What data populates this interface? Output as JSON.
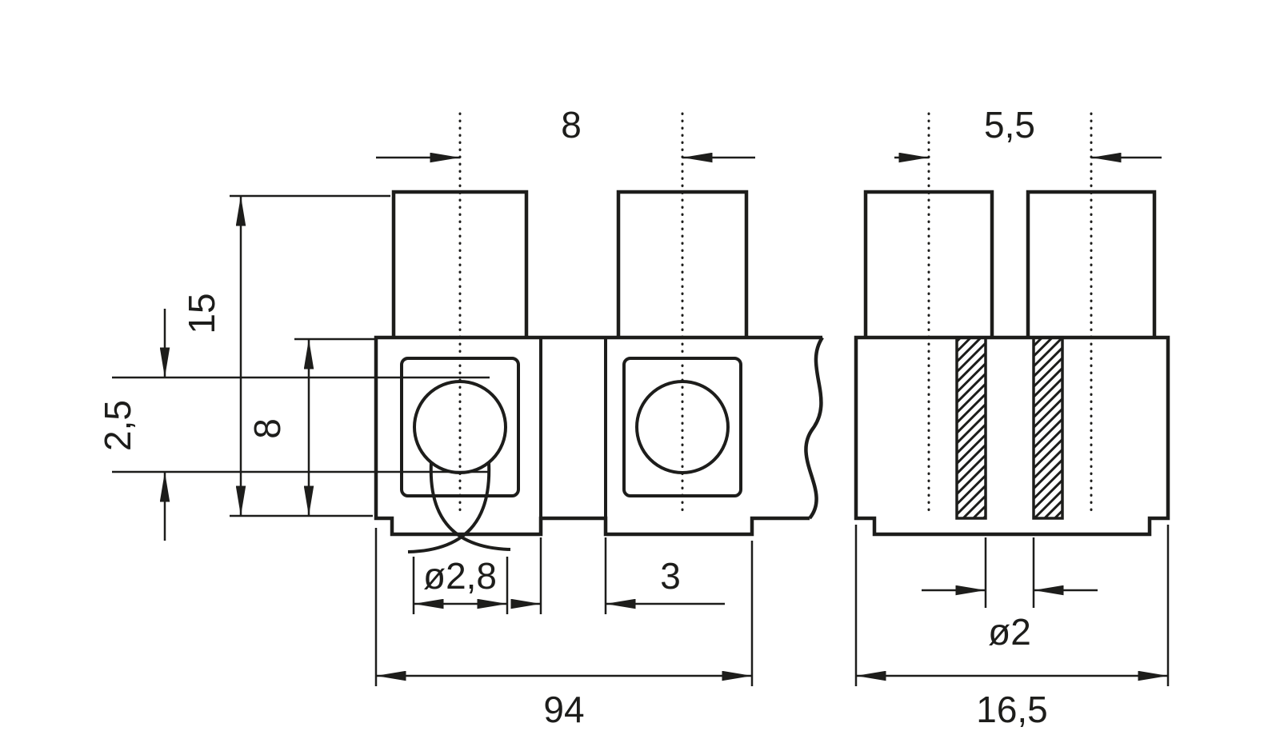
{
  "colors": {
    "line": "#1d1d1b",
    "background": "#ffffff"
  },
  "dimensions": {
    "terminal_pitch": "8",
    "side_pitch": "5,5",
    "total_height": "15",
    "wire_strip": "2,5",
    "pocket_height": "8",
    "wire_hole_diameter": "ø2,8",
    "partition_width": "3",
    "total_length": "94",
    "screw_hole_diameter": "ø2",
    "total_depth": "16,5"
  }
}
